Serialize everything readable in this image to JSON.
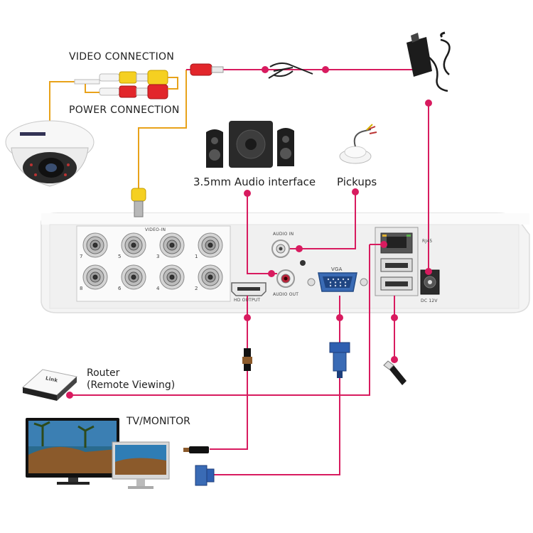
{
  "labels": {
    "video_connection": "VIDEO CONNECTION",
    "power_connection": "POWER CONNECTION",
    "audio_interface": "3.5mm Audio interface",
    "pickups": "Pickups",
    "router_line1": "Router",
    "router_line2": "(Remote Viewing)",
    "tv_monitor": "TV/MONITOR"
  },
  "dvr_panel": {
    "video_in": "VIDEO-IN",
    "channels_top": [
      "7",
      "5",
      "3",
      "1"
    ],
    "channels_bottom": [
      "8",
      "6",
      "4",
      "2"
    ],
    "audio_in": "AUDIO IN",
    "audio_out": "AUDIO OUT",
    "hd_output": "HD OUTPUT",
    "vga": "VGA",
    "rj45": "RJ45",
    "dc_12v": "DC 12V",
    "router_brand": "Link"
  },
  "colors": {
    "connector_line": "#d81b5f",
    "video_line": "#e8a21a",
    "panel": "#f2f2f2",
    "bnc_metal": "#b8b8b8"
  }
}
